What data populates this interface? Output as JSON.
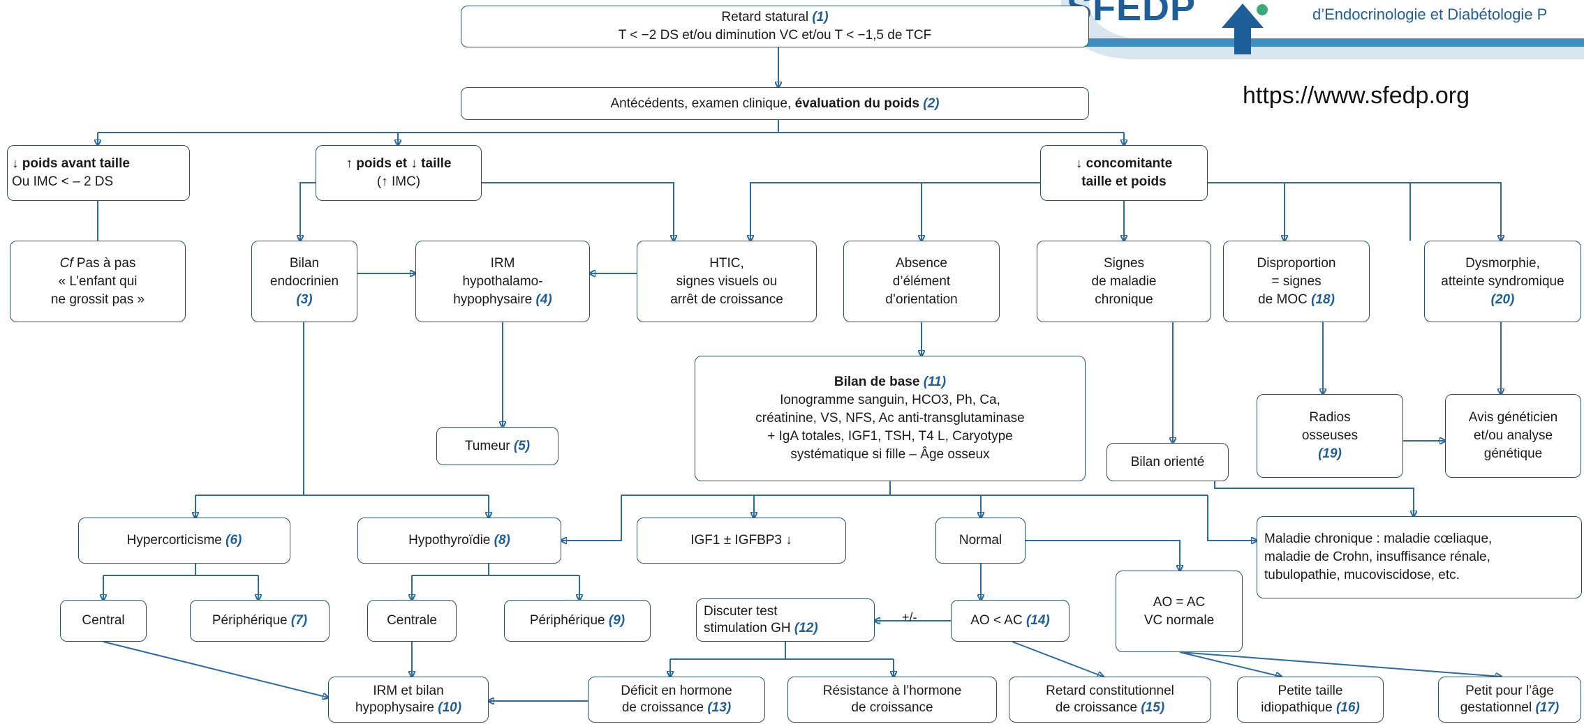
{
  "header": {
    "logo_text": "SFEDP",
    "logo_subtitle": "d’Endocrinologie et Diabétologie P",
    "website": "https://www.sfedp.org"
  },
  "edge_labels": {
    "plus_minus": "+/-"
  },
  "colors": {
    "line": "#2a6aa6",
    "ref": "#1f5f99",
    "border": "#2f4f66"
  },
  "nodes": {
    "retard": {
      "l1": "Retard statural ",
      "l1_ref": "(1)",
      "l2": "T < −2 DS et/ou diminution VC et/ou T < −1,5 de TCF"
    },
    "antecedents": {
      "pre": "Antécédents, examen clinique, ",
      "bold": "évaluation du poids",
      "ref": "(2)"
    },
    "poids_avant": {
      "l1": "↓ poids avant taille",
      "l2": "Ou IMC < – 2 DS"
    },
    "poids_taille": {
      "l1": "↑ poids et ↓ taille",
      "l2": "(↑ IMC)"
    },
    "concomitante": {
      "l1": "↓ concomitante",
      "l2": "taille et poids"
    },
    "pas_a_pas": {
      "l1_it": "Cf",
      "l1": " Pas à pas",
      "l2": "« L’enfant qui",
      "l3": "ne grossit pas »"
    },
    "bilan_endo": {
      "l1": "Bilan",
      "l2": "endocrinien",
      "ref": "(3)"
    },
    "irm_hypo": {
      "l1": "IRM",
      "l2": "hypothalamo-",
      "l3": "hypophysaire ",
      "ref": "(4)"
    },
    "htic": {
      "l1": "HTIC,",
      "l2": "signes visuels ou",
      "l3": "arrêt de croissance"
    },
    "absence": {
      "l1": "Absence",
      "l2": "d’élément",
      "l3": "d’orientation"
    },
    "maladie_chron": {
      "l1": "Signes",
      "l2": "de maladie",
      "l3": "chronique"
    },
    "dispro": {
      "l1": "Disproportion",
      "l2": "= signes",
      "l3": "de MOC ",
      "ref": "(18)"
    },
    "dysmorphie": {
      "l1": "Dysmorphie,",
      "l2": "atteinte syndromique",
      "ref": "(20)"
    },
    "bilan_base": {
      "title": "Bilan de base ",
      "ref": "(11)",
      "l1": "Ionogramme sanguin, HCO3, Ph, Ca,",
      "l2": "créatinine, VS, NFS, Ac anti-transglutaminase",
      "l3": "+ IgA totales, IGF1, TSH, T4 L, Caryotype",
      "l4": "systématique si fille – Âge osseux"
    },
    "tumeur": {
      "l1": "Tumeur ",
      "ref": "(5)"
    },
    "bilan_oriente": {
      "l1": "Bilan orienté"
    },
    "radios": {
      "l1": "Radios",
      "l2": "osseuses",
      "ref": "(19)"
    },
    "avis_gen": {
      "l1": "Avis généticien",
      "l2": "et/ou analyse",
      "l3": "génétique"
    },
    "hypercort": {
      "l1": "Hypercorticisme ",
      "ref": "(6)"
    },
    "hypothyr": {
      "l1": "Hypothyroïdie ",
      "ref": "(8)"
    },
    "igf1": {
      "l1": "IGF1 ± IGFBP3 ↓"
    },
    "normal": {
      "l1": "Normal"
    },
    "maladie_list": {
      "l1": "Maladie chronique : maladie cœliaque,",
      "l2": "maladie de Crohn, insuffisance rénale,",
      "l3": "tubulopathie, mucoviscidose, etc."
    },
    "central": {
      "l1": "Central"
    },
    "peripherique7": {
      "l1": "Périphérique ",
      "ref": "(7)"
    },
    "centrale": {
      "l1": "Centrale"
    },
    "peripherique9": {
      "l1": "Périphérique ",
      "ref": "(9)"
    },
    "discuter": {
      "l1": "Discuter test",
      "l2": "stimulation GH ",
      "ref": "(12)"
    },
    "ao_ac": {
      "l1": "AO < AC ",
      "ref": "(14)"
    },
    "ao_eq": {
      "l1": "AO = AC",
      "l2": "VC normale"
    },
    "irm_bilan": {
      "l1": "IRM et bilan",
      "l2": "hypophysaire ",
      "ref": "(10)"
    },
    "deficit": {
      "l1": "Déficit en hormone",
      "l2": "de croissance ",
      "ref": "(13)"
    },
    "resistance": {
      "l1": "Résistance à l’hormone",
      "l2": "de croissance"
    },
    "retard_const": {
      "l1": "Retard constitutionnel",
      "l2": "de croissance ",
      "ref": "(15)"
    },
    "petite_taille": {
      "l1": "Petite taille",
      "l2": "idiopathique ",
      "ref": "(16)"
    },
    "petit_age": {
      "l1": "Petit pour l’âge",
      "l2": "gestationnel ",
      "ref": "(17)"
    }
  }
}
